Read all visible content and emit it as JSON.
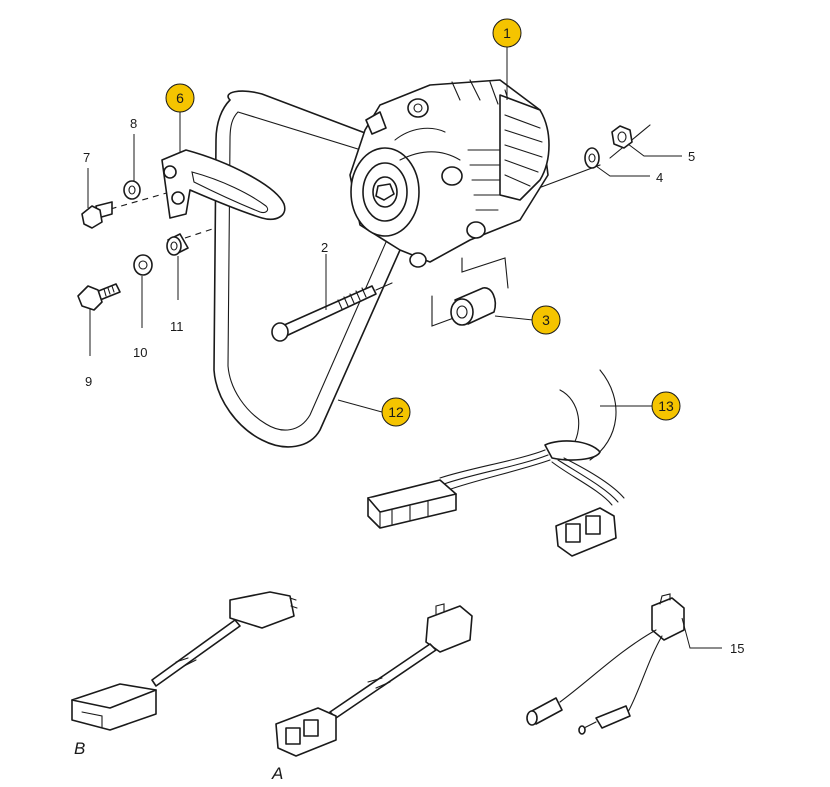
{
  "colors": {
    "badge_fill": "#F5C400",
    "line": "#1a1a1a",
    "background": "#ffffff"
  },
  "callouts": {
    "c1": "1",
    "c3": "3",
    "c6": "6",
    "c12": "12",
    "c13": "13"
  },
  "labels": {
    "n2": "2",
    "n4": "4",
    "n5": "5",
    "n7": "7",
    "n8": "8",
    "n9": "9",
    "n10": "10",
    "n11": "11",
    "n15": "15"
  },
  "variants": {
    "a": "A",
    "b": "B"
  }
}
